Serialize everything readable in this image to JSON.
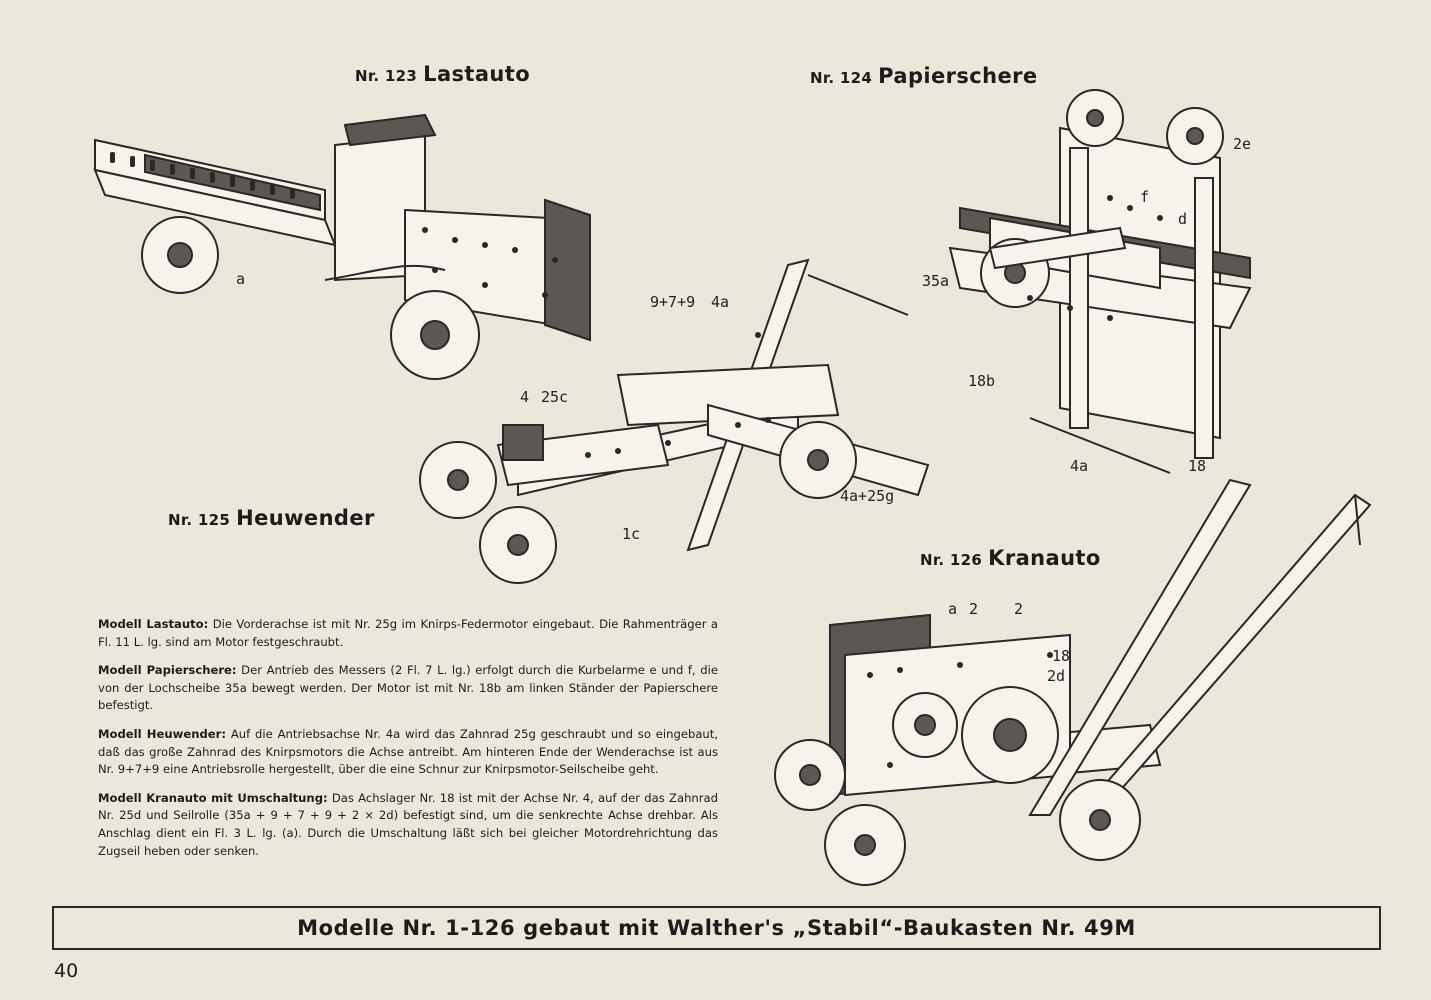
{
  "models": {
    "m123": {
      "nr": "Nr. 123",
      "name": "Lastauto"
    },
    "m124": {
      "nr": "Nr. 124",
      "name": "Papierschere"
    },
    "m125": {
      "nr": "Nr. 125",
      "name": "Heuwender"
    },
    "m126": {
      "nr": "Nr. 126",
      "name": "Kranauto"
    }
  },
  "labels": {
    "l123_a": "a",
    "l124_2e": "2e",
    "l124_d": "d",
    "l124_f": "f",
    "l124_35a": "35a",
    "l124_18b": "18b",
    "l124_4a": "4a",
    "l124_18": "18",
    "l125_979": "9+7+9",
    "l125_4a": "4a",
    "l125_4": "4",
    "l125_25c": "25c",
    "l125_1c": "1c",
    "l125_4a25g": "4a+25g",
    "l126_a": "a",
    "l126_2a": "2",
    "l126_2b": "2",
    "l126_18": "18",
    "l126_2d": "2d"
  },
  "descriptions": [
    {
      "heading": "Modell Lastauto:",
      "body": "Die Vorderachse ist mit Nr. 25g im Knirps-Federmotor eingebaut. Die Rahmenträger a Fl. 11 L. lg. sind am Motor festgeschraubt."
    },
    {
      "heading": "Modell Papierschere:",
      "body": "Der Antrieb des Messers (2 Fl. 7 L. lg.) erfolgt durch die Kurbelarme e und f, die von der Lochscheibe 35a bewegt werden. Der Motor ist mit Nr. 18b am linken Ständer der Papierschere befestigt."
    },
    {
      "heading": "Modell Heuwender:",
      "body": "Auf die Antriebsachse Nr. 4a wird das Zahnrad 25g geschraubt und so eingebaut, daß das große Zahnrad des Knirpsmotors die Achse antreibt. Am hinteren Ende der Wenderachse ist aus Nr. 9+7+9 eine Antriebsrolle hergestellt, über die eine Schnur zur Knirpsmotor-Seilscheibe geht."
    },
    {
      "heading": "Modell Kranauto mit Umschaltung:",
      "body": "Das Achslager Nr. 18 ist mit der Achse Nr. 4, auf der das Zahnrad Nr. 25d und Seilrolle (35a + 9 + 7 + 9 + 2 × 2d) befestigt sind, um die senkrechte Achse drehbar. Als Anschlag dient ein Fl. 3 L. lg. (a). Durch die Umschaltung läßt sich bei gleicher Motordrehrichtung das Zugseil heben oder senken."
    }
  ],
  "footer_banner": "Modelle Nr. 1-126 gebaut mit Walther's „Stabil“-Baukasten Nr. 49M",
  "page_number": "40"
}
